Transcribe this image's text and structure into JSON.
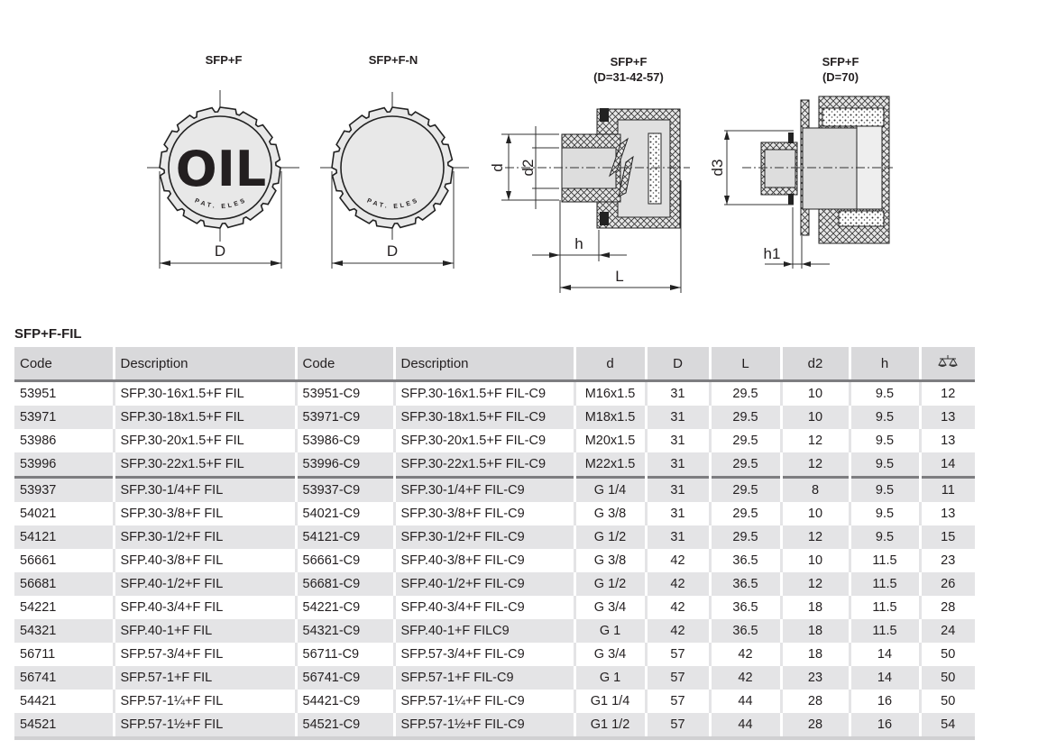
{
  "drawings": {
    "knob1": {
      "title": "SFP+F",
      "logo": "OIL",
      "mark": "PAT. ELESA",
      "dim": "D"
    },
    "knob2": {
      "title": "SFP+F-N",
      "mark": "PAT. ELESA",
      "dim": "D"
    },
    "section1": {
      "title": "SFP+F",
      "subtitle": "(D=31-42-57)",
      "dims": {
        "d": "d",
        "d2": "d2",
        "h": "h",
        "L": "L"
      }
    },
    "section2": {
      "title": "SFP+F",
      "subtitle": "(D=70)",
      "dims": {
        "d3": "d3",
        "h1": "h1"
      }
    }
  },
  "section_title": "SFP+F-FIL",
  "table": {
    "headers": [
      "Code",
      "Description",
      "Code",
      "Description",
      "d",
      "D",
      "L",
      "d2",
      "h",
      "weight-icon"
    ],
    "rows": [
      [
        "53951",
        "SFP.30-16x1.5+F FIL",
        "53951-C9",
        "SFP.30-16x1.5+F FIL-C9",
        "M16x1.5",
        "31",
        "29.5",
        "10",
        "9.5",
        "12"
      ],
      [
        "53971",
        "SFP.30-18x1.5+F FIL",
        "53971-C9",
        "SFP.30-18x1.5+F FIL-C9",
        "M18x1.5",
        "31",
        "29.5",
        "10",
        "9.5",
        "13"
      ],
      [
        "53986",
        "SFP.30-20x1.5+F FIL",
        "53986-C9",
        "SFP.30-20x1.5+F FIL-C9",
        "M20x1.5",
        "31",
        "29.5",
        "12",
        "9.5",
        "13"
      ],
      [
        "53996",
        "SFP.30-22x1.5+F FIL",
        "53996-C9",
        "SFP.30-22x1.5+F FIL-C9",
        "M22x1.5",
        "31",
        "29.5",
        "12",
        "9.5",
        "14"
      ],
      [
        "53937",
        "SFP.30-1/4+F FIL",
        "53937-C9",
        "SFP.30-1/4+F FIL-C9",
        "G 1/4",
        "31",
        "29.5",
        "8",
        "9.5",
        "11"
      ],
      [
        "54021",
        "SFP.30-3/8+F FIL",
        "54021-C9",
        "SFP.30-3/8+F FIL-C9",
        "G 3/8",
        "31",
        "29.5",
        "10",
        "9.5",
        "13"
      ],
      [
        "54121",
        "SFP.30-1/2+F FIL",
        "54121-C9",
        "SFP.30-1/2+F FIL-C9",
        "G 1/2",
        "31",
        "29.5",
        "12",
        "9.5",
        "15"
      ],
      [
        "56661",
        "SFP.40-3/8+F FIL",
        "56661-C9",
        "SFP.40-3/8+F FIL-C9",
        "G 3/8",
        "42",
        "36.5",
        "10",
        "11.5",
        "23"
      ],
      [
        "56681",
        "SFP.40-1/2+F FIL",
        "56681-C9",
        "SFP.40-1/2+F FIL-C9",
        "G 1/2",
        "42",
        "36.5",
        "12",
        "11.5",
        "26"
      ],
      [
        "54221",
        "SFP.40-3/4+F FIL",
        "54221-C9",
        "SFP.40-3/4+F FIL-C9",
        "G 3/4",
        "42",
        "36.5",
        "18",
        "11.5",
        "28"
      ],
      [
        "54321",
        "SFP.40-1+F FIL",
        "54321-C9",
        "SFP.40-1+F FILC9",
        "G 1",
        "42",
        "36.5",
        "18",
        "11.5",
        "24"
      ],
      [
        "56711",
        "SFP.57-3/4+F FIL",
        "56711-C9",
        "SFP.57-3/4+F FIL-C9",
        "G 3/4",
        "57",
        "42",
        "18",
        "14",
        "50"
      ],
      [
        "56741",
        "SFP.57-1+F FIL",
        "56741-C9",
        "SFP.57-1+F FIL-C9",
        "G 1",
        "57",
        "42",
        "23",
        "14",
        "50"
      ],
      [
        "54421",
        "SFP.57-1¼+F FIL",
        "54421-C9",
        "SFP.57-1¼+F FIL-C9",
        "G1 1/4",
        "57",
        "44",
        "28",
        "16",
        "50"
      ],
      [
        "54521",
        "SFP.57-1½+F FIL",
        "54521-C9",
        "SFP.57-1½+F FIL-C9",
        "G1 1/2",
        "57",
        "44",
        "28",
        "16",
        "54"
      ]
    ]
  }
}
